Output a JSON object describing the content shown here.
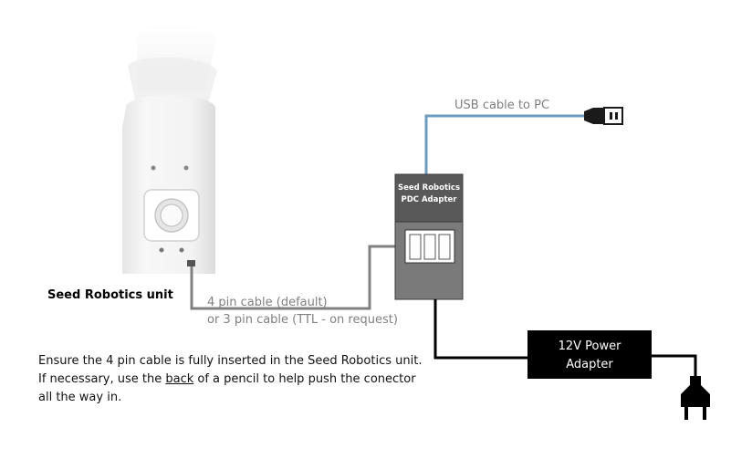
{
  "unit": {
    "label": "Seed Robotics unit"
  },
  "usb": {
    "label": "USB cable to PC"
  },
  "adapter": {
    "title_line1": "Seed Robotics",
    "title_line2": "PDC Adapter"
  },
  "cable": {
    "line1": "4 pin cable (default)",
    "line2": "or 3 pin cable (TTL - on request)"
  },
  "power": {
    "line1": "12V Power",
    "line2": "Adapter"
  },
  "note": {
    "line1": "Ensure the 4 pin cable is fully inserted in the Seed Robotics unit.",
    "line2_before": "If necessary, use the ",
    "line2_underlined": "back",
    "line2_after": " of a pencil to help push the conector",
    "line3": "all the way in."
  },
  "colors": {
    "usb_cable": "#6d9cc2",
    "signal_cable": "#808080",
    "power_cable": "#000000",
    "adapter_top": "#595959",
    "adapter_bottom": "#7a7a7a",
    "power_adapter": "#000000"
  }
}
